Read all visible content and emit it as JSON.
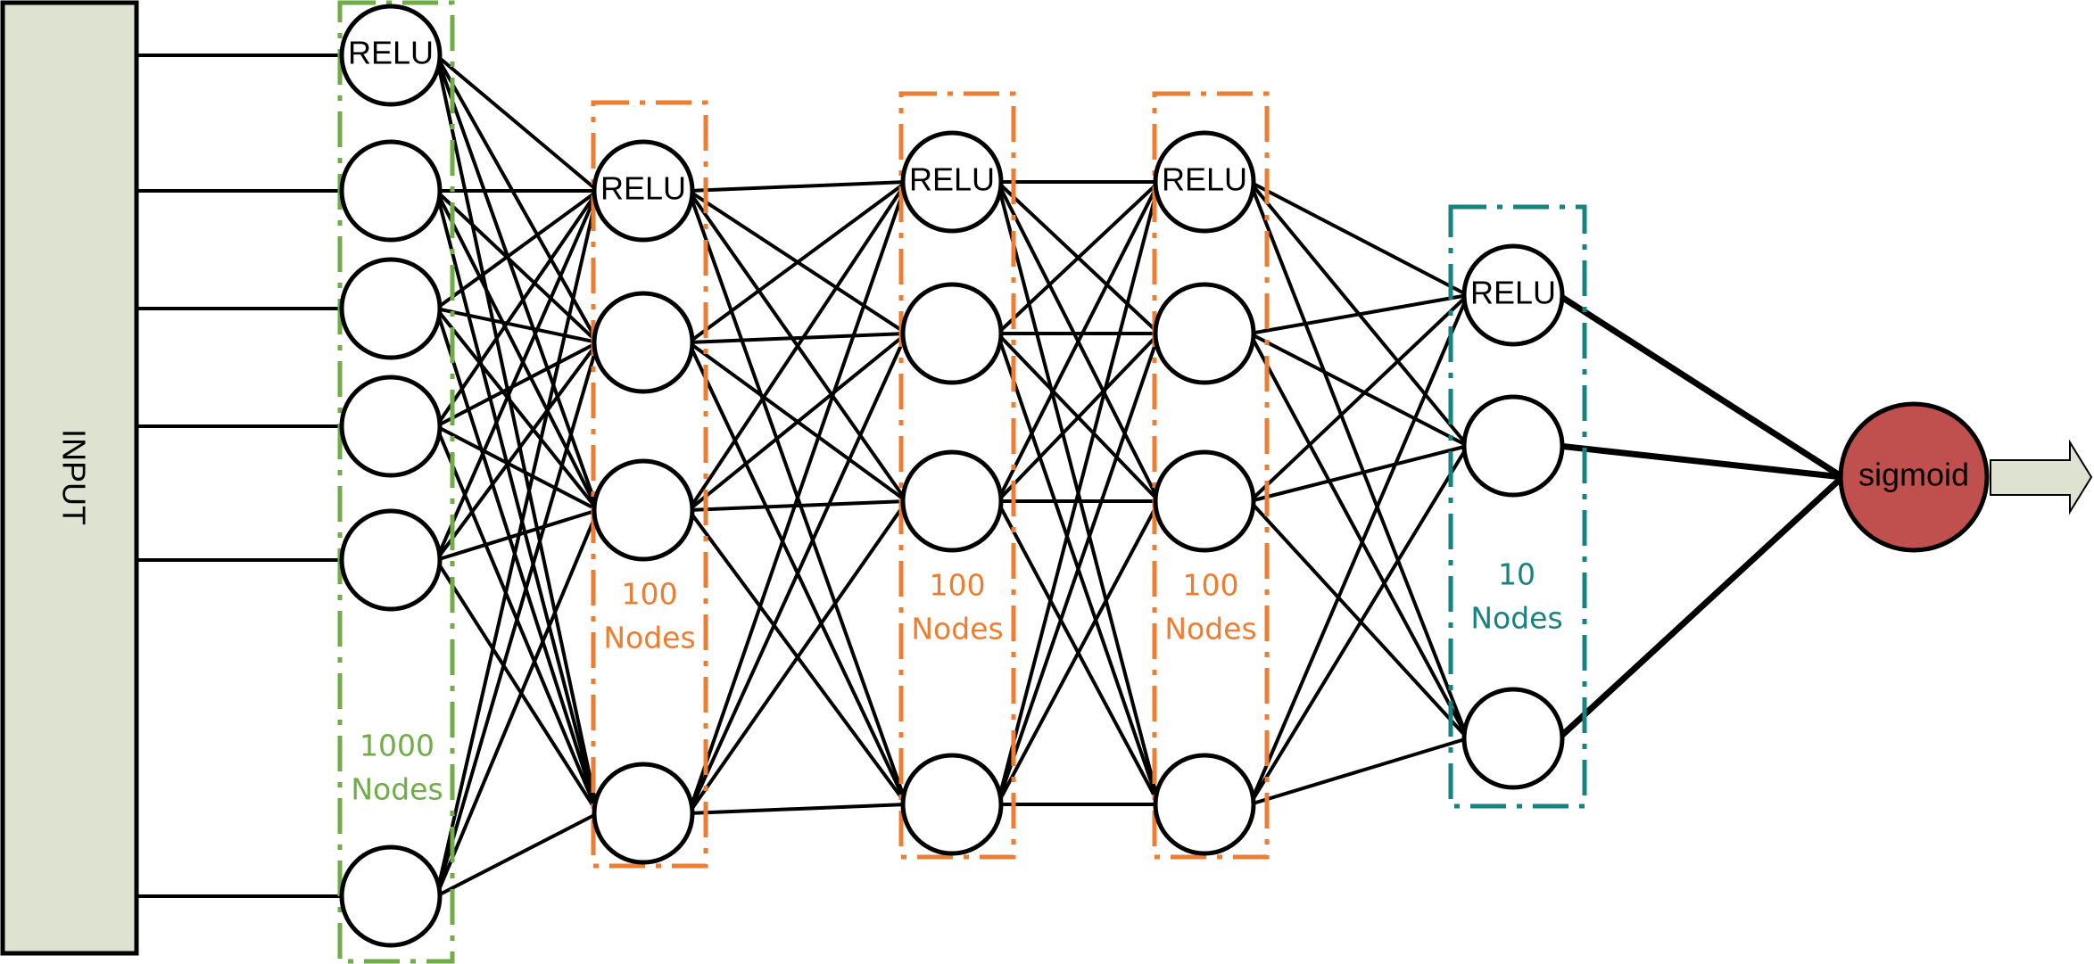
{
  "input_block": {
    "label": "INPUT",
    "fill": "#dde3d0"
  },
  "layers": [
    {
      "top_label": "RELU",
      "count": "1000",
      "unit": "Nodes",
      "color": "#70ad47"
    },
    {
      "top_label": "RELU",
      "count": "100",
      "unit": "Nodes",
      "color": "#ed7d31"
    },
    {
      "top_label": "RELU",
      "count": "100",
      "unit": "Nodes",
      "color": "#ed7d31"
    },
    {
      "top_label": "RELU",
      "count": "100",
      "unit": "Nodes",
      "color": "#ed7d31"
    },
    {
      "top_label": "RELU",
      "count": "10",
      "unit": "Nodes",
      "color": "#16837f"
    }
  ],
  "output_node": {
    "label": "sigmoid",
    "fill": "#c0504d"
  },
  "output_arrow": {
    "fill": "#dde3d0"
  },
  "icons": {
    "arrow": "right-arrow-icon"
  }
}
